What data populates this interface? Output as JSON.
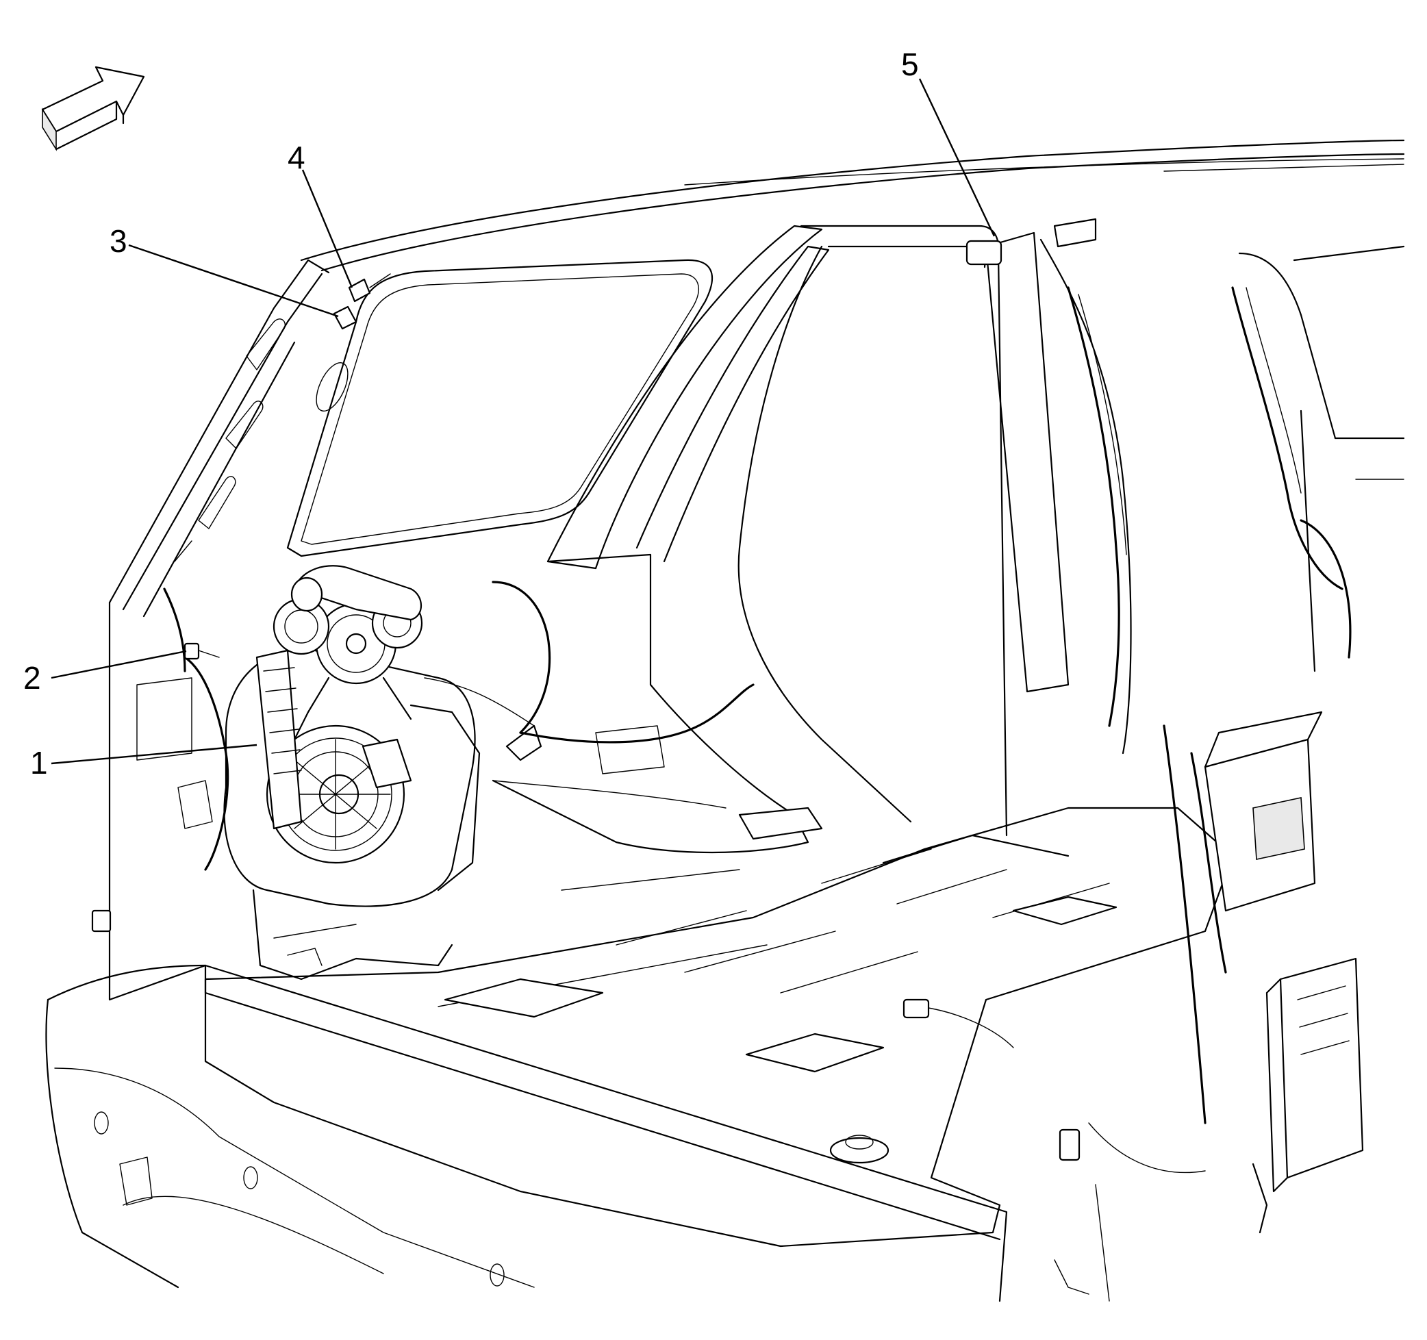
{
  "figure": {
    "orientation_icon": "forward-arrow-icon",
    "callouts": [
      {
        "id": "1",
        "label": "1"
      },
      {
        "id": "2",
        "label": "2"
      },
      {
        "id": "3",
        "label": "3"
      },
      {
        "id": "4",
        "label": "4"
      },
      {
        "id": "5",
        "label": "5"
      }
    ]
  }
}
